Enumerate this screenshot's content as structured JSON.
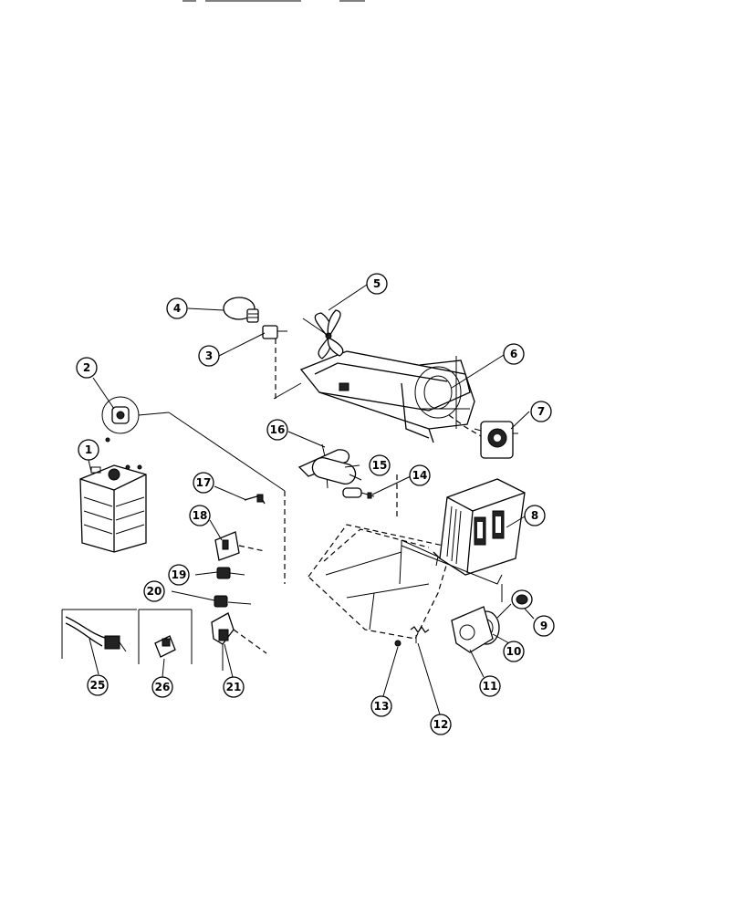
{
  "callouts": [
    {
      "number": "1",
      "part": "magnetron"
    },
    {
      "number": "2",
      "part": "thermal-cutout"
    },
    {
      "number": "3",
      "part": "lamp-socket"
    },
    {
      "number": "4",
      "part": "lamp-bulb"
    },
    {
      "number": "5",
      "part": "fan-blade"
    },
    {
      "number": "6",
      "part": "fan-bracket"
    },
    {
      "number": "7",
      "part": "fan-motor"
    },
    {
      "number": "8",
      "part": "transformer"
    },
    {
      "number": "9",
      "part": "knob"
    },
    {
      "number": "10",
      "part": "timer-motor"
    },
    {
      "number": "11",
      "part": "timer-bracket"
    },
    {
      "number": "12",
      "part": "spring"
    },
    {
      "number": "13",
      "part": "screw"
    },
    {
      "number": "14",
      "part": "diode"
    },
    {
      "number": "15",
      "part": "capacitor"
    },
    {
      "number": "16",
      "part": "capacitor-clamp"
    },
    {
      "number": "17",
      "part": "clip"
    },
    {
      "number": "18",
      "part": "interlock-switch"
    },
    {
      "number": "19",
      "part": "switch"
    },
    {
      "number": "20",
      "part": "switch"
    },
    {
      "number": "21",
      "part": "switch-bracket"
    },
    {
      "number": "25",
      "part": "power-cord"
    },
    {
      "number": "26",
      "part": "terminal-block"
    }
  ]
}
